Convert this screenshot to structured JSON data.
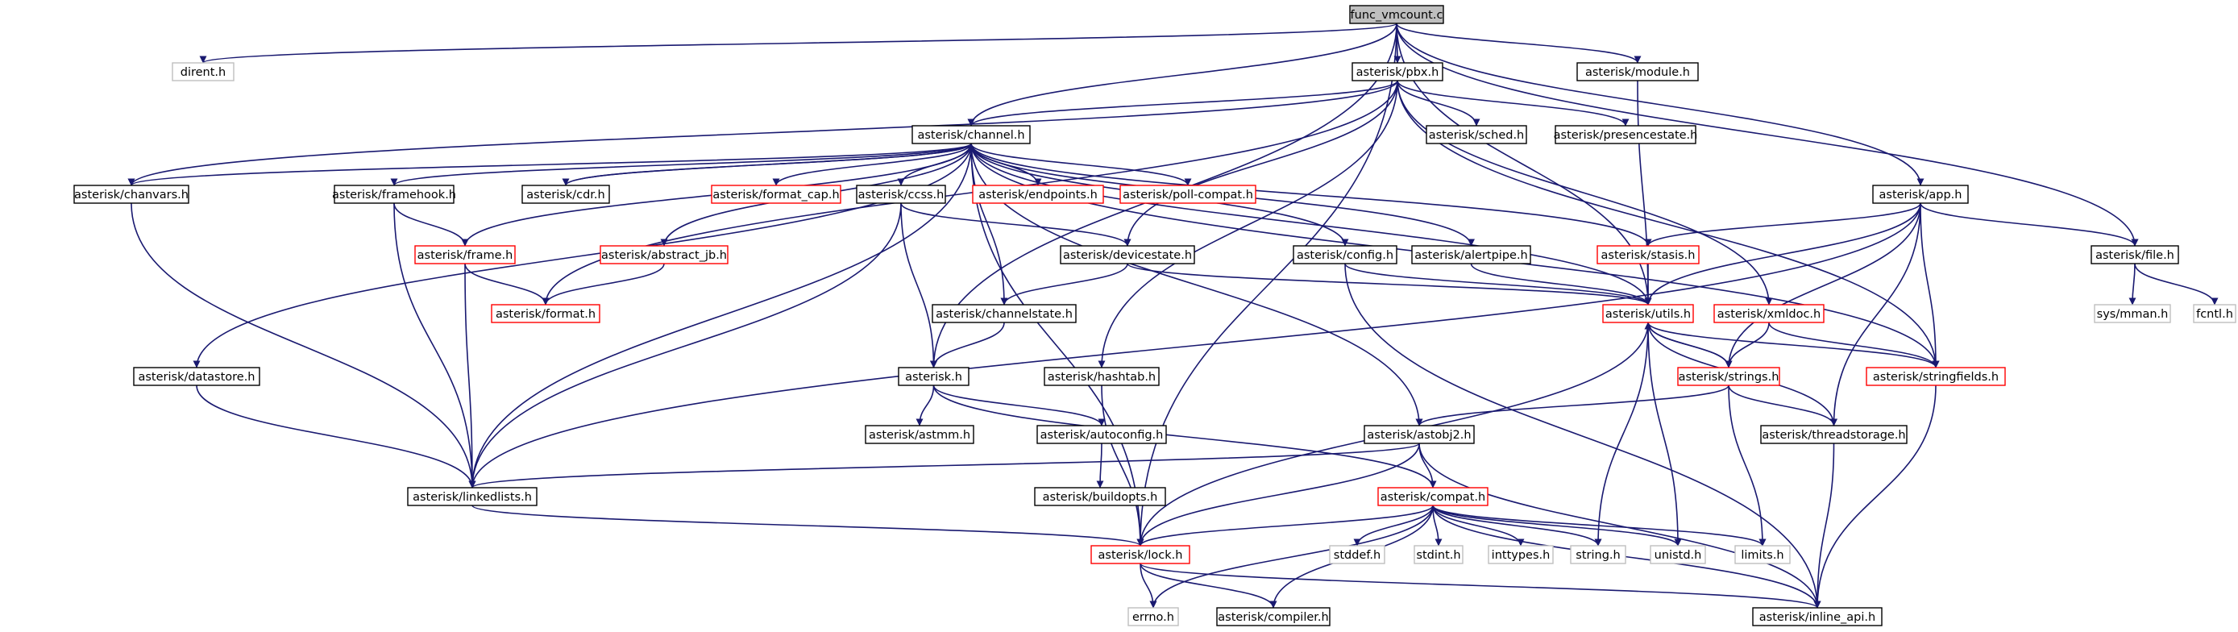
{
  "title": "func_vmcount.c include dependency graph",
  "colors": {
    "edge": "#191970",
    "root_fill": "#bfbfbf",
    "red_border": "#ff0000",
    "gray_border": "#bfbfbf"
  },
  "nodes": [
    {
      "id": "func_vmcount_c",
      "label": "func_vmcount.c",
      "style": "root"
    },
    {
      "id": "dirent_h",
      "label": "dirent.h",
      "style": "gray"
    },
    {
      "id": "pbx_h",
      "label": "asterisk/pbx.h",
      "style": "normal"
    },
    {
      "id": "module_h",
      "label": "asterisk/module.h",
      "style": "normal"
    },
    {
      "id": "channel_h",
      "label": "asterisk/channel.h",
      "style": "normal"
    },
    {
      "id": "sched_h",
      "label": "asterisk/sched.h",
      "style": "normal"
    },
    {
      "id": "presencestate_h",
      "label": "asterisk/presencestate.h",
      "style": "normal"
    },
    {
      "id": "chanvars_h",
      "label": "asterisk/chanvars.h",
      "style": "normal"
    },
    {
      "id": "framehook_h",
      "label": "asterisk/framehook.h",
      "style": "normal"
    },
    {
      "id": "cdr_h",
      "label": "asterisk/cdr.h",
      "style": "normal"
    },
    {
      "id": "format_cap_h",
      "label": "asterisk/format_cap.h",
      "style": "red"
    },
    {
      "id": "ccss_h",
      "label": "asterisk/ccss.h",
      "style": "normal"
    },
    {
      "id": "endpoints_h",
      "label": "asterisk/endpoints.h",
      "style": "red"
    },
    {
      "id": "poll_compat_h",
      "label": "asterisk/poll-compat.h",
      "style": "red"
    },
    {
      "id": "app_h",
      "label": "asterisk/app.h",
      "style": "normal"
    },
    {
      "id": "frame_h",
      "label": "asterisk/frame.h",
      "style": "red"
    },
    {
      "id": "abstract_jb_h",
      "label": "asterisk/abstract_jb.h",
      "style": "red"
    },
    {
      "id": "devicestate_h",
      "label": "asterisk/devicestate.h",
      "style": "normal"
    },
    {
      "id": "config_h",
      "label": "asterisk/config.h",
      "style": "normal"
    },
    {
      "id": "alertpipe_h",
      "label": "asterisk/alertpipe.h",
      "style": "normal"
    },
    {
      "id": "stasis_h",
      "label": "asterisk/stasis.h",
      "style": "red"
    },
    {
      "id": "file_h",
      "label": "asterisk/file.h",
      "style": "normal"
    },
    {
      "id": "format_h",
      "label": "asterisk/format.h",
      "style": "red"
    },
    {
      "id": "channelstate_h",
      "label": "asterisk/channelstate.h",
      "style": "normal"
    },
    {
      "id": "utils_h",
      "label": "asterisk/utils.h",
      "style": "red"
    },
    {
      "id": "xmldoc_h",
      "label": "asterisk/xmldoc.h",
      "style": "red"
    },
    {
      "id": "sys_mman_h",
      "label": "sys/mman.h",
      "style": "gray"
    },
    {
      "id": "fcntl_h",
      "label": "fcntl.h",
      "style": "gray"
    },
    {
      "id": "datastore_h",
      "label": "asterisk/datastore.h",
      "style": "normal"
    },
    {
      "id": "asterisk_h",
      "label": "asterisk.h",
      "style": "normal"
    },
    {
      "id": "hashtab_h",
      "label": "asterisk/hashtab.h",
      "style": "normal"
    },
    {
      "id": "strings_h",
      "label": "asterisk/strings.h",
      "style": "red"
    },
    {
      "id": "stringfields_h",
      "label": "asterisk/stringfields.h",
      "style": "red"
    },
    {
      "id": "astmm_h",
      "label": "asterisk/astmm.h",
      "style": "normal"
    },
    {
      "id": "autoconfig_h",
      "label": "asterisk/autoconfig.h",
      "style": "normal"
    },
    {
      "id": "astobj2_h",
      "label": "asterisk/astobj2.h",
      "style": "normal"
    },
    {
      "id": "threadstorage_h",
      "label": "asterisk/threadstorage.h",
      "style": "normal"
    },
    {
      "id": "linkedlists_h",
      "label": "asterisk/linkedlists.h",
      "style": "normal"
    },
    {
      "id": "buildopts_h",
      "label": "asterisk/buildopts.h",
      "style": "normal"
    },
    {
      "id": "compat_h",
      "label": "asterisk/compat.h",
      "style": "red"
    },
    {
      "id": "stddef_h",
      "label": "stddef.h",
      "style": "gray"
    },
    {
      "id": "stdint_h",
      "label": "stdint.h",
      "style": "gray"
    },
    {
      "id": "inttypes_h",
      "label": "inttypes.h",
      "style": "gray"
    },
    {
      "id": "string_h",
      "label": "string.h",
      "style": "gray"
    },
    {
      "id": "unistd_h",
      "label": "unistd.h",
      "style": "gray"
    },
    {
      "id": "limits_h",
      "label": "limits.h",
      "style": "gray"
    },
    {
      "id": "lock_h",
      "label": "asterisk/lock.h",
      "style": "red"
    },
    {
      "id": "errno_h",
      "label": "errno.h",
      "style": "gray"
    },
    {
      "id": "compiler_h",
      "label": "asterisk/compiler.h",
      "style": "normal"
    },
    {
      "id": "inline_api_h",
      "label": "asterisk/inline_api.h",
      "style": "normal"
    }
  ],
  "edges": [
    [
      "func_vmcount_c",
      "dirent_h"
    ],
    [
      "func_vmcount_c",
      "pbx_h"
    ],
    [
      "func_vmcount_c",
      "module_h"
    ],
    [
      "func_vmcount_c",
      "channel_h"
    ],
    [
      "func_vmcount_c",
      "app_h"
    ],
    [
      "func_vmcount_c",
      "file_h"
    ],
    [
      "func_vmcount_c",
      "utils_h"
    ],
    [
      "func_vmcount_c",
      "asterisk_h"
    ],
    [
      "func_vmcount_c",
      "lock_h"
    ],
    [
      "pbx_h",
      "channel_h"
    ],
    [
      "pbx_h",
      "sched_h"
    ],
    [
      "pbx_h",
      "presencestate_h"
    ],
    [
      "pbx_h",
      "chanvars_h"
    ],
    [
      "pbx_h",
      "devicestate_h"
    ],
    [
      "pbx_h",
      "hashtab_h"
    ],
    [
      "pbx_h",
      "format_h"
    ],
    [
      "pbx_h",
      "xmldoc_h"
    ],
    [
      "pbx_h",
      "stringfields_h"
    ],
    [
      "module_h",
      "utils_h"
    ],
    [
      "channel_h",
      "chanvars_h"
    ],
    [
      "channel_h",
      "framehook_h"
    ],
    [
      "channel_h",
      "cdr_h"
    ],
    [
      "channel_h",
      "format_cap_h"
    ],
    [
      "channel_h",
      "ccss_h"
    ],
    [
      "channel_h",
      "endpoints_h"
    ],
    [
      "channel_h",
      "poll_compat_h"
    ],
    [
      "channel_h",
      "frame_h"
    ],
    [
      "channel_h",
      "abstract_jb_h"
    ],
    [
      "channel_h",
      "config_h"
    ],
    [
      "channel_h",
      "alertpipe_h"
    ],
    [
      "channel_h",
      "stasis_h"
    ],
    [
      "channel_h",
      "utils_h"
    ],
    [
      "channel_h",
      "datastore_h"
    ],
    [
      "channel_h",
      "channelstate_h"
    ],
    [
      "channel_h",
      "stringfields_h"
    ],
    [
      "channel_h",
      "linkedlists_h"
    ],
    [
      "channel_h",
      "lock_h"
    ],
    [
      "channel_h",
      "astobj2_h"
    ],
    [
      "chanvars_h",
      "linkedlists_h"
    ],
    [
      "framehook_h",
      "frame_h"
    ],
    [
      "framehook_h",
      "linkedlists_h"
    ],
    [
      "cdr_h",
      "channel_h"
    ],
    [
      "ccss_h",
      "devicestate_h"
    ],
    [
      "ccss_h",
      "asterisk_h"
    ],
    [
      "ccss_h",
      "linkedlists_h"
    ],
    [
      "frame_h",
      "format_h"
    ],
    [
      "frame_h",
      "linkedlists_h"
    ],
    [
      "abstract_jb_h",
      "format_h"
    ],
    [
      "devicestate_h",
      "channelstate_h"
    ],
    [
      "devicestate_h",
      "utils_h"
    ],
    [
      "channelstate_h",
      "asterisk_h"
    ],
    [
      "config_h",
      "utils_h"
    ],
    [
      "config_h",
      "inline_api_h"
    ],
    [
      "alertpipe_h",
      "utils_h"
    ],
    [
      "stasis_h",
      "utils_h"
    ],
    [
      "app_h",
      "stasis_h"
    ],
    [
      "app_h",
      "utils_h"
    ],
    [
      "app_h",
      "file_h"
    ],
    [
      "app_h",
      "strings_h"
    ],
    [
      "app_h",
      "stringfields_h"
    ],
    [
      "app_h",
      "threadstorage_h"
    ],
    [
      "app_h",
      "linkedlists_h"
    ],
    [
      "file_h",
      "sys_mman_h"
    ],
    [
      "file_h",
      "fcntl_h"
    ],
    [
      "utils_h",
      "strings_h"
    ],
    [
      "utils_h",
      "stringfields_h"
    ],
    [
      "utils_h",
      "lock_h"
    ],
    [
      "utils_h",
      "string_h"
    ],
    [
      "utils_h",
      "unistd_h"
    ],
    [
      "xmldoc_h",
      "strings_h"
    ],
    [
      "xmldoc_h",
      "stringfields_h"
    ],
    [
      "strings_h",
      "utils_h"
    ],
    [
      "strings_h",
      "threadstorage_h"
    ],
    [
      "strings_h",
      "astobj2_h"
    ],
    [
      "strings_h",
      "limits_h"
    ],
    [
      "threadstorage_h",
      "utils_h"
    ],
    [
      "threadstorage_h",
      "inline_api_h"
    ],
    [
      "stringfields_h",
      "inline_api_h"
    ],
    [
      "datastore_h",
      "linkedlists_h"
    ],
    [
      "asterisk_h",
      "astmm_h"
    ],
    [
      "asterisk_h",
      "autoconfig_h"
    ],
    [
      "asterisk_h",
      "compat_h"
    ],
    [
      "autoconfig_h",
      "buildopts_h"
    ],
    [
      "hashtab_h",
      "lock_h"
    ],
    [
      "astobj2_h",
      "compat_h"
    ],
    [
      "astobj2_h",
      "linkedlists_h"
    ],
    [
      "astobj2_h",
      "lock_h"
    ],
    [
      "astobj2_h",
      "inline_api_h"
    ],
    [
      "linkedlists_h",
      "lock_h"
    ],
    [
      "compat_h",
      "stddef_h"
    ],
    [
      "compat_h",
      "stdint_h"
    ],
    [
      "compat_h",
      "inttypes_h"
    ],
    [
      "compat_h",
      "string_h"
    ],
    [
      "compat_h",
      "unistd_h"
    ],
    [
      "compat_h",
      "limits_h"
    ],
    [
      "compat_h",
      "errno_h"
    ],
    [
      "compat_h",
      "compiler_h"
    ],
    [
      "compat_h",
      "lock_h"
    ],
    [
      "compat_h",
      "inline_api_h"
    ],
    [
      "lock_h",
      "errno_h"
    ],
    [
      "lock_h",
      "compiler_h"
    ],
    [
      "lock_h",
      "inline_api_h"
    ]
  ]
}
